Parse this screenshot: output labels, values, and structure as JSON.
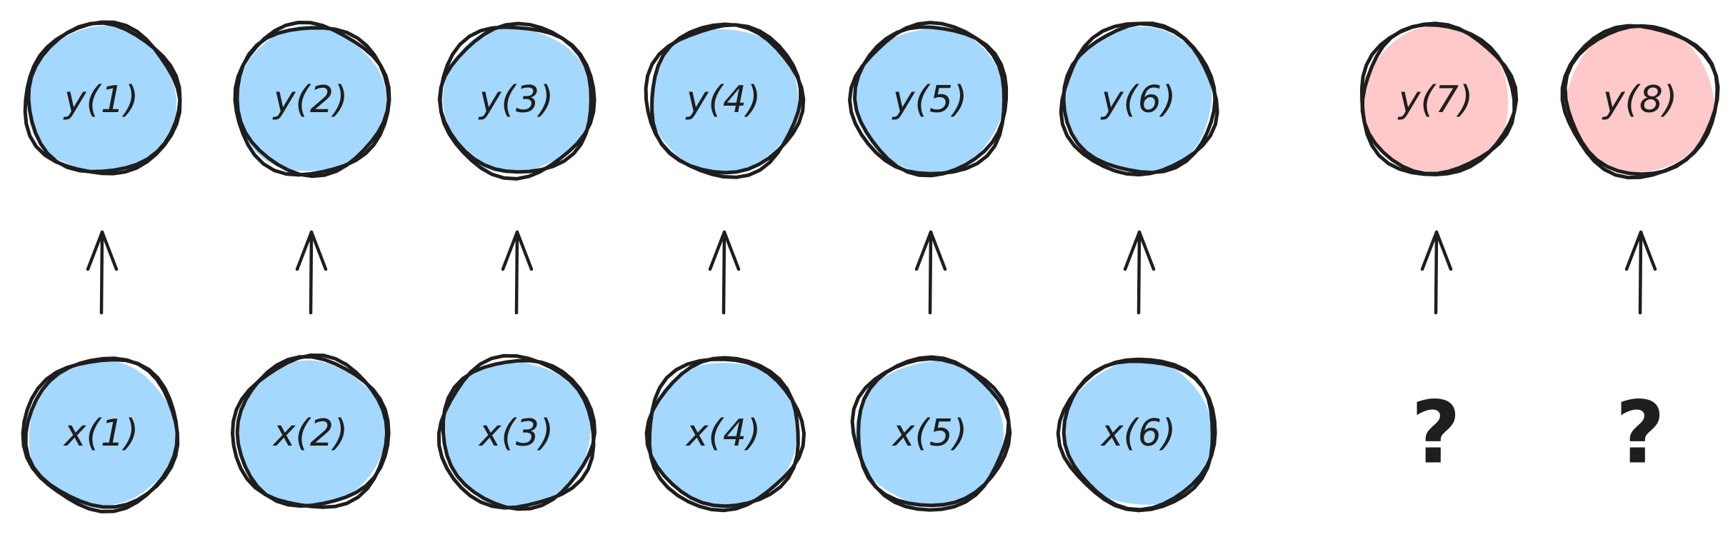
{
  "colors": {
    "known_fill": "#a5d8ff",
    "unknown_fill": "#ffc9c9",
    "stroke": "#1e1e1e"
  },
  "outputs": [
    {
      "label": "y(1)",
      "state": "known"
    },
    {
      "label": "y(2)",
      "state": "known"
    },
    {
      "label": "y(3)",
      "state": "known"
    },
    {
      "label": "y(4)",
      "state": "known"
    },
    {
      "label": "y(5)",
      "state": "known"
    },
    {
      "label": "y(6)",
      "state": "known"
    },
    {
      "label": "y(7)",
      "state": "unknown"
    },
    {
      "label": "y(8)",
      "state": "unknown"
    }
  ],
  "inputs": [
    {
      "label": "x(1)"
    },
    {
      "label": "x(2)"
    },
    {
      "label": "x(3)"
    },
    {
      "label": "x(4)"
    },
    {
      "label": "x(5)"
    },
    {
      "label": "x(6)"
    },
    {
      "label": "?",
      "unknown": true
    },
    {
      "label": "?",
      "unknown": true
    }
  ]
}
